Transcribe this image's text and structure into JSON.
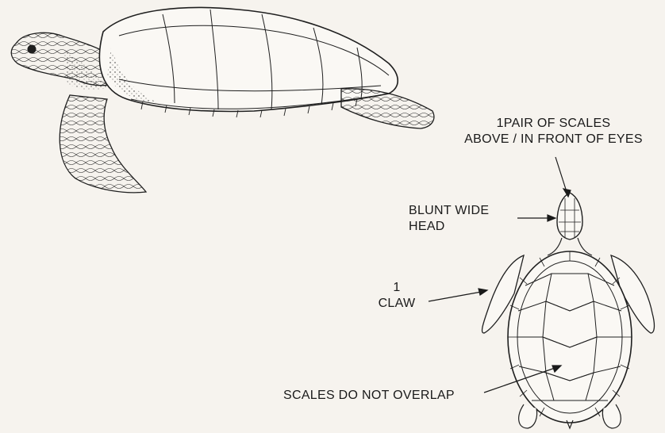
{
  "labels": {
    "scales_line1": "1PAIR OF SCALES",
    "scales_line2": "ABOVE / IN FRONT OF EYES",
    "head_line1": "BLUNT WIDE",
    "head_line2": "HEAD",
    "claw_line1": "1",
    "claw_line2": "CLAW",
    "overlap": "SCALES DO NOT OVERLAP"
  },
  "colors": {
    "ink": "#1a1a1a",
    "paper": "#f6f3ee"
  }
}
